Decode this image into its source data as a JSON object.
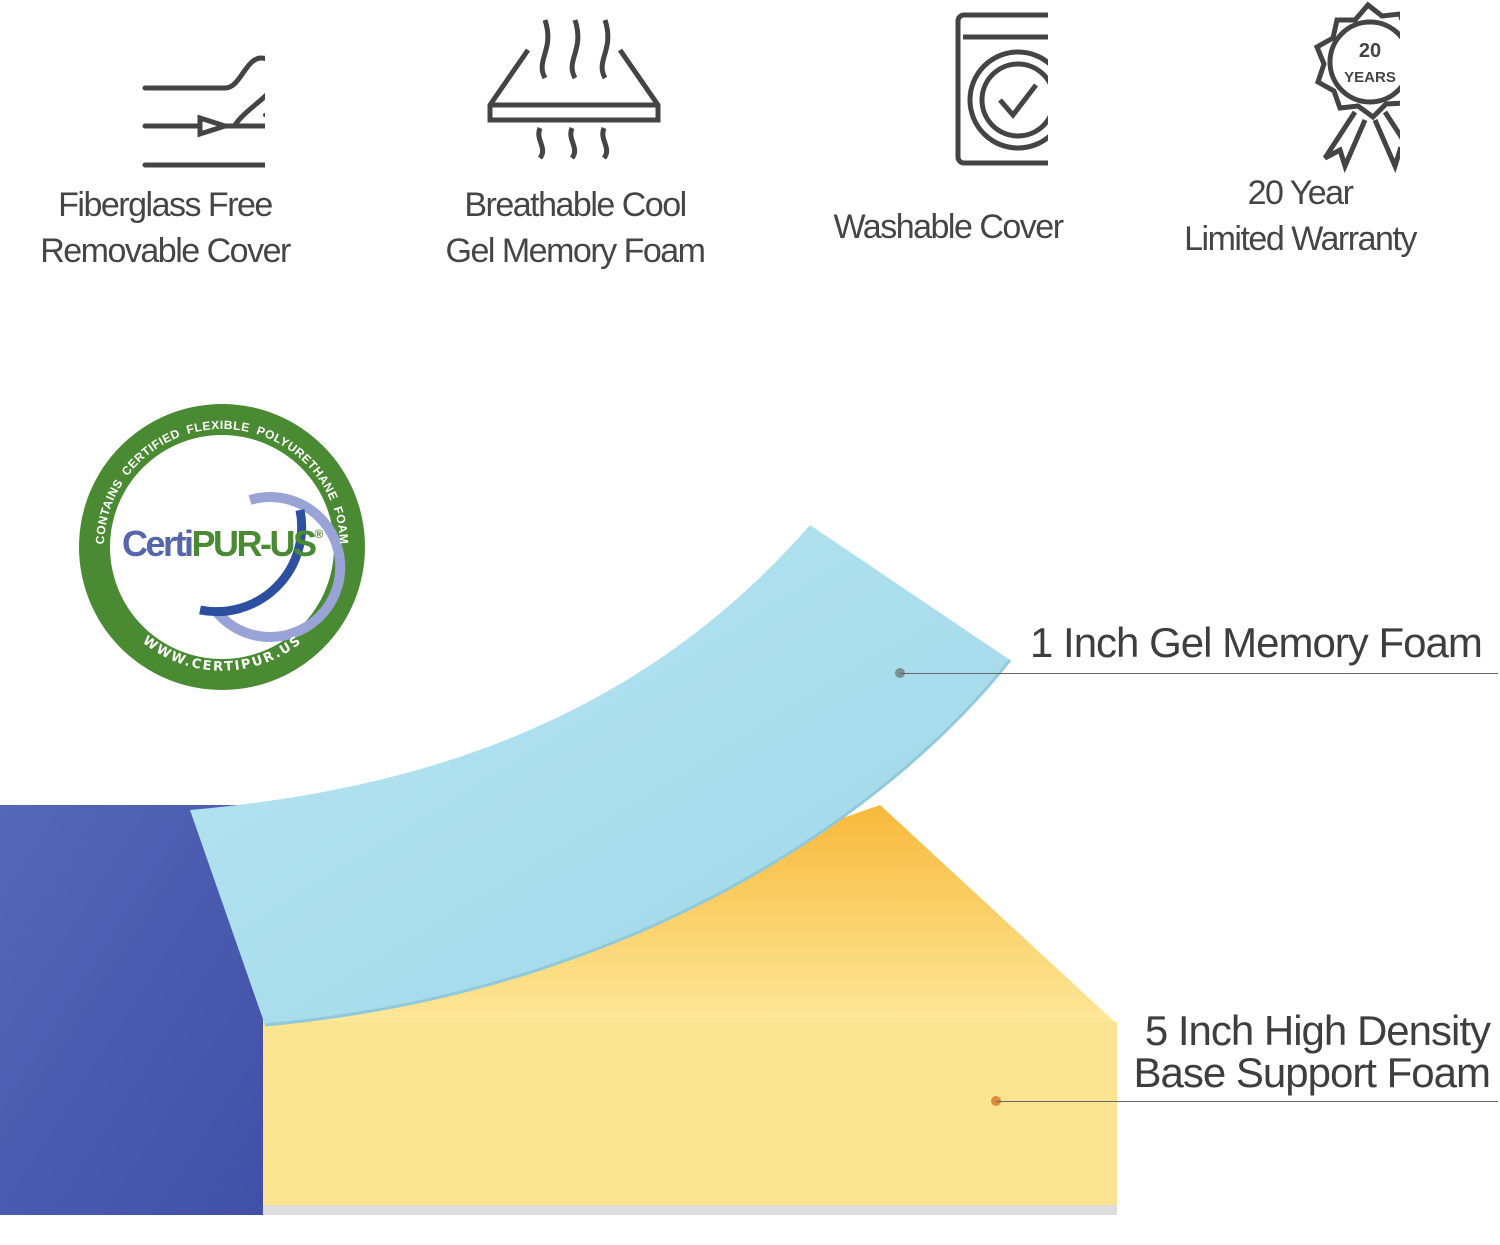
{
  "features": [
    {
      "icon": "fiberglass-free-cover-icon",
      "lines": [
        "Fiberglass Free",
        "Removable Cover"
      ]
    },
    {
      "icon": "breathable-foam-icon",
      "lines": [
        "Breathable Cool",
        "Gel Memory Foam"
      ]
    },
    {
      "icon": "washing-machine-icon",
      "lines": [
        "Washable Cover"
      ]
    },
    {
      "icon": "warranty-badge-icon",
      "lines": [
        "20 Year",
        "Limited Warranty"
      ],
      "badge_number": "20",
      "badge_unit": "YEARS"
    }
  ],
  "certification": {
    "name": "CertiPUR-US",
    "name_part1": "Certi",
    "name_part2": "PUR-US",
    "registered": "®",
    "ring_top": "CONTAINS CERTIFIED FLEXIBLE POLYURETHANE FOAM",
    "ring_bottom": "WWW.CERTIPUR.US"
  },
  "layers": [
    {
      "label": "1 Inch Gel Memory Foam",
      "color": "#aee0ee"
    },
    {
      "label_lines": [
        "5 Inch High Density",
        "Base Support Foam"
      ],
      "color": "#fbe48f"
    }
  ],
  "colors": {
    "cover": "#4a5cb0",
    "gel": "#aee0ee",
    "base": "#fbe48f",
    "badge_green": "#4a8a32",
    "dot_gel": "#7a8e96",
    "dot_base": "#e08a3c"
  }
}
